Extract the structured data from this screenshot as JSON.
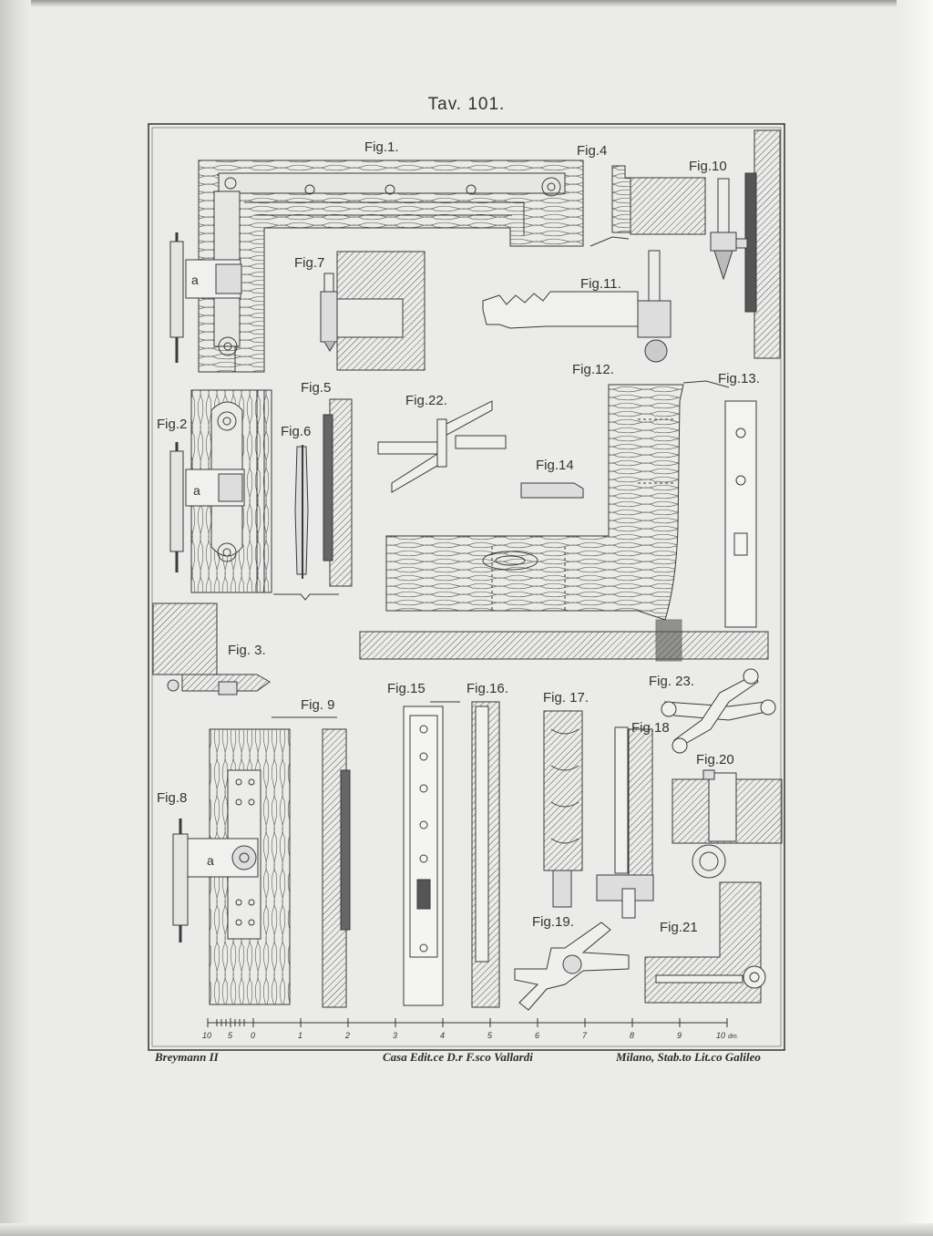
{
  "plate": {
    "title": "Tav. 101."
  },
  "figures": [
    {
      "id": "fig1",
      "label": "Fig.1."
    },
    {
      "id": "fig2",
      "label": "Fig.2"
    },
    {
      "id": "fig3",
      "label": "Fig. 3."
    },
    {
      "id": "fig4",
      "label": "Fig.4"
    },
    {
      "id": "fig5",
      "label": "Fig.5"
    },
    {
      "id": "fig6",
      "label": "Fig.6"
    },
    {
      "id": "fig7",
      "label": "Fig.7"
    },
    {
      "id": "fig8",
      "label": "Fig.8"
    },
    {
      "id": "fig9",
      "label": "Fig. 9"
    },
    {
      "id": "fig10",
      "label": "Fig.10"
    },
    {
      "id": "fig11",
      "label": "Fig.11."
    },
    {
      "id": "fig12",
      "label": "Fig.12."
    },
    {
      "id": "fig13",
      "label": "Fig.13."
    },
    {
      "id": "fig14",
      "label": "Fig.14"
    },
    {
      "id": "fig15",
      "label": "Fig.15"
    },
    {
      "id": "fig16",
      "label": "Fig.16."
    },
    {
      "id": "fig17",
      "label": "Fig. 17."
    },
    {
      "id": "fig18",
      "label": "Fig.18"
    },
    {
      "id": "fig19",
      "label": "Fig.19."
    },
    {
      "id": "fig20",
      "label": "Fig.20"
    },
    {
      "id": "fig21",
      "label": "Fig.21"
    },
    {
      "id": "fig22",
      "label": "Fig.22."
    },
    {
      "id": "fig23",
      "label": "Fig. 23."
    }
  ],
  "part_letters": {
    "fig1": "a",
    "fig2": "a",
    "fig8": "a"
  },
  "scale": {
    "ticks": [
      "10",
      "5",
      "0",
      "1",
      "2",
      "3",
      "4",
      "5",
      "6",
      "7",
      "8",
      "9",
      "10"
    ],
    "unit": "dm."
  },
  "credits": {
    "author": "Breymann II",
    "publisher": "Casa Edit.ce D.r F.sco Vallardi",
    "printer": "Milano, Stab.to Lit.co Galileo"
  },
  "colors": {
    "paper": "#ebebe9",
    "ink": "#3a3a3a"
  }
}
